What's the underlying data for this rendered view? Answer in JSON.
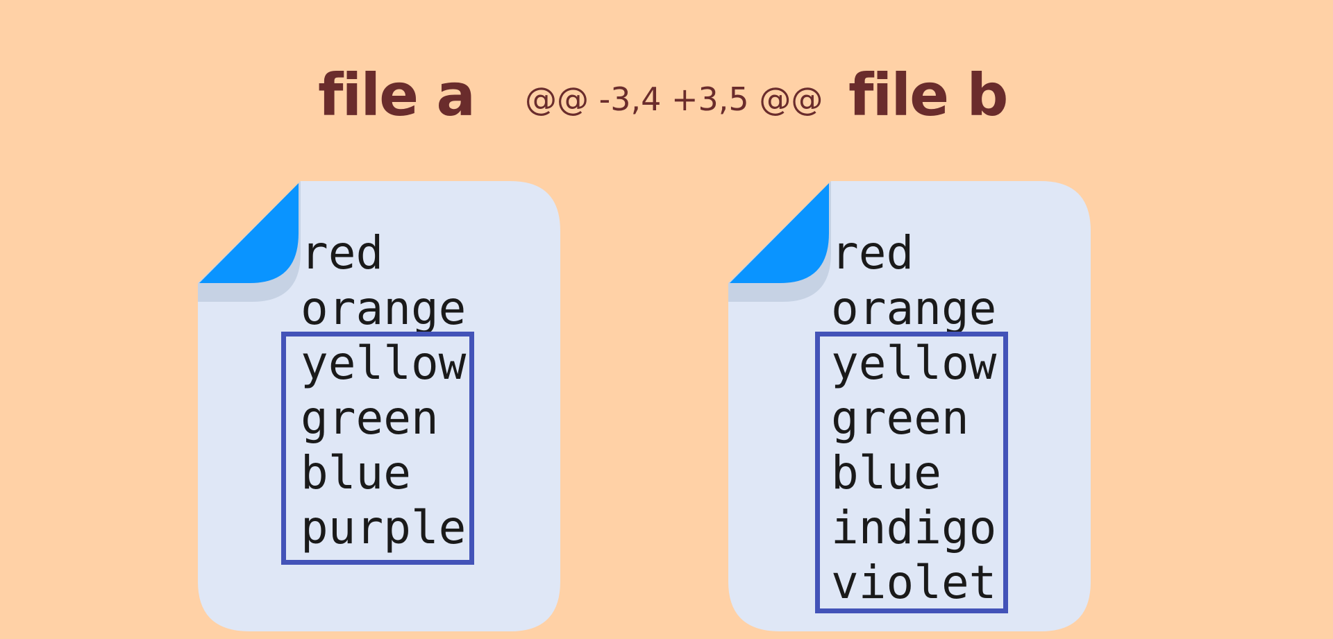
{
  "header": {
    "file_a_title": "file a",
    "hunk_header": "@@ -3,4 +3,5 @@",
    "file_b_title": "file b"
  },
  "file_a": {
    "lines": [
      "red",
      "orange",
      "yellow",
      "green",
      "blue",
      "purple"
    ],
    "hunk_lines": "3-6"
  },
  "file_b": {
    "lines": [
      "red",
      "orange",
      "yellow",
      "green",
      "blue",
      "indigo",
      "violet"
    ],
    "hunk_lines": "3-7"
  },
  "colors": {
    "background": "#ffd1a6",
    "title_text": "#6a2c2c",
    "page": "#dfe7f6",
    "page_shadow": "#c6d2e4",
    "dog_ear": "#0a94ff",
    "hunk_box": "#4353b8"
  },
  "icons": {
    "file_page": "document-icon",
    "dog_ear": "folded-corner"
  }
}
